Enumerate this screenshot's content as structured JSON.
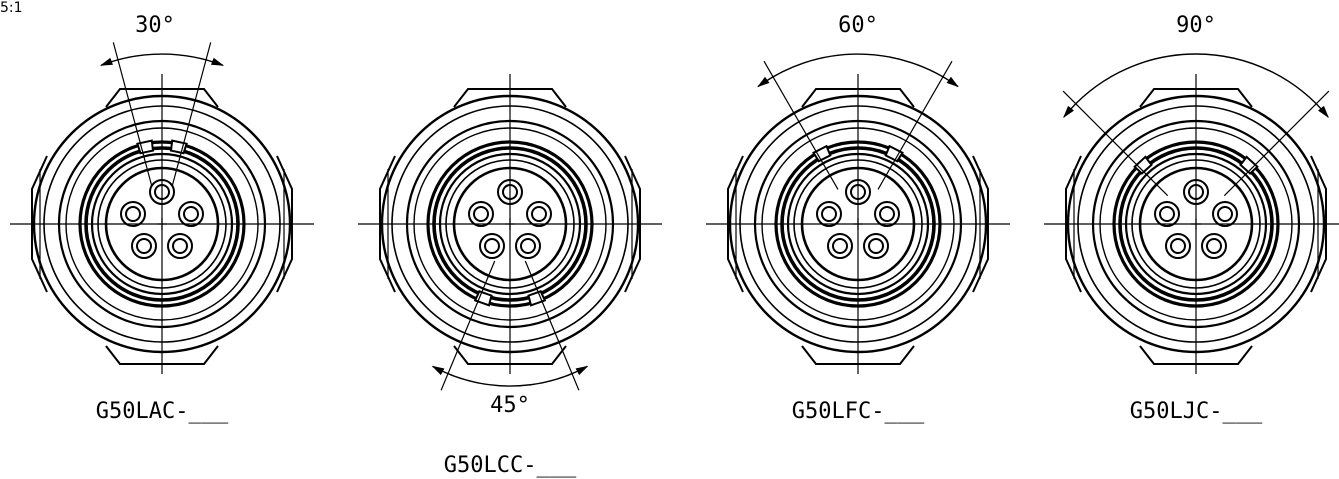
{
  "scale_label": "5:1",
  "colors": {
    "stroke": "#000000",
    "background": "#ffffff"
  },
  "views": [
    {
      "code": "G50LAC-___",
      "angle_label": "30°",
      "angle_deg": 30,
      "arc_side": "top",
      "key_side": "top"
    },
    {
      "code": "G50LCC-___",
      "angle_label": "45°",
      "angle_deg": 45,
      "arc_side": "bottom",
      "key_side": "bottom"
    },
    {
      "code": "G50LFC-___",
      "angle_label": "60°",
      "angle_deg": 60,
      "arc_side": "top",
      "key_side": "top"
    },
    {
      "code": "G50LJC-___",
      "angle_label": "90°",
      "angle_deg": 90,
      "arc_side": "top",
      "key_side": "top"
    }
  ]
}
